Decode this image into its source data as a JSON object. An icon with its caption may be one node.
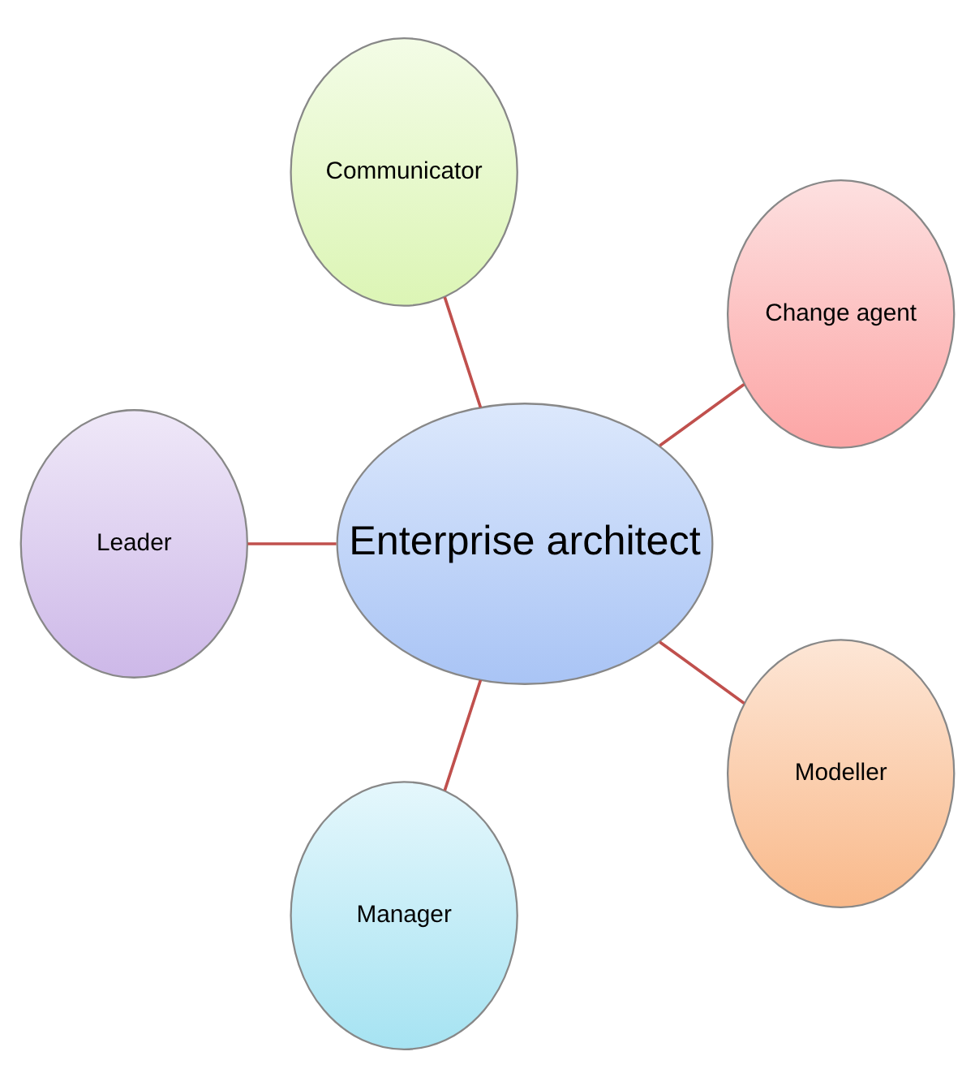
{
  "diagram": {
    "nodes": [
      {
        "text": [
          "Enterprise architect"
        ]
      },
      {
        "text": [
          "Change agent"
        ]
      },
      {
        "text": [
          "Communicator"
        ]
      },
      {
        "text": [
          "Leader"
        ]
      },
      {
        "text": [
          "Manager"
        ]
      },
      {
        "text": [
          "Modeller"
        ]
      }
    ],
    "edges": [
      {
        "from": 0,
        "to": 1,
        "arrow": "none"
      },
      {
        "from": 0,
        "to": 2,
        "arrow": "none"
      },
      {
        "from": 0,
        "to": 3,
        "arrow": "none"
      },
      {
        "from": 0,
        "to": 4,
        "arrow": "none"
      },
      {
        "from": 0,
        "to": 5,
        "arrow": "none"
      }
    ]
  }
}
